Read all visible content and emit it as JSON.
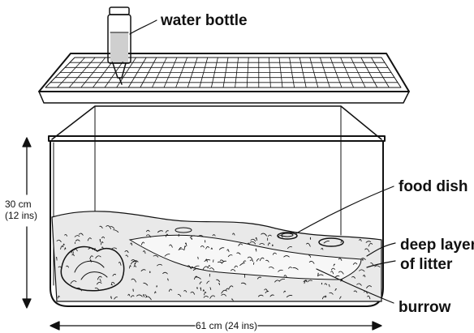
{
  "labels": {
    "water_bottle": "water bottle",
    "food_dish": "food dish",
    "deep_layer_line1": "deep layer",
    "deep_layer_line2": "of litter",
    "burrow": "burrow"
  },
  "dimensions": {
    "height_metric": "30 cm",
    "height_imperial": "(12 ins)",
    "width": "61 cm (24 ins)"
  }
}
